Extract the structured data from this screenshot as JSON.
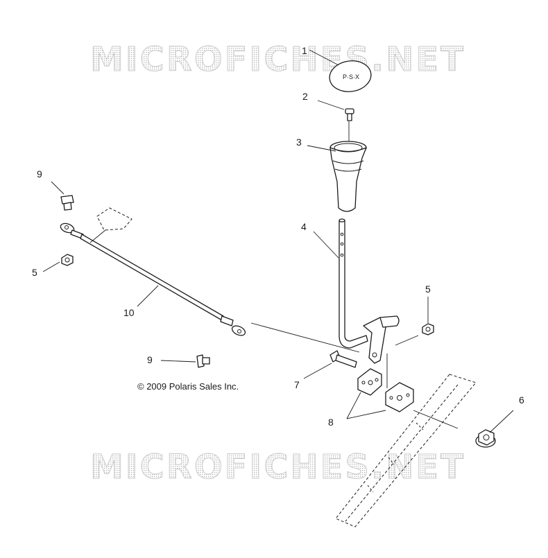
{
  "watermarks": [
    "MICROFICHES.NET",
    "MICROFICHES.NET"
  ],
  "copyright": "© 2009 Polaris Sales Inc.",
  "callouts": [
    "1",
    "2",
    "3",
    "4",
    "5",
    "5",
    "6",
    "7",
    "8",
    "9",
    "9",
    "10"
  ],
  "knob_emblem": "P·S·X"
}
